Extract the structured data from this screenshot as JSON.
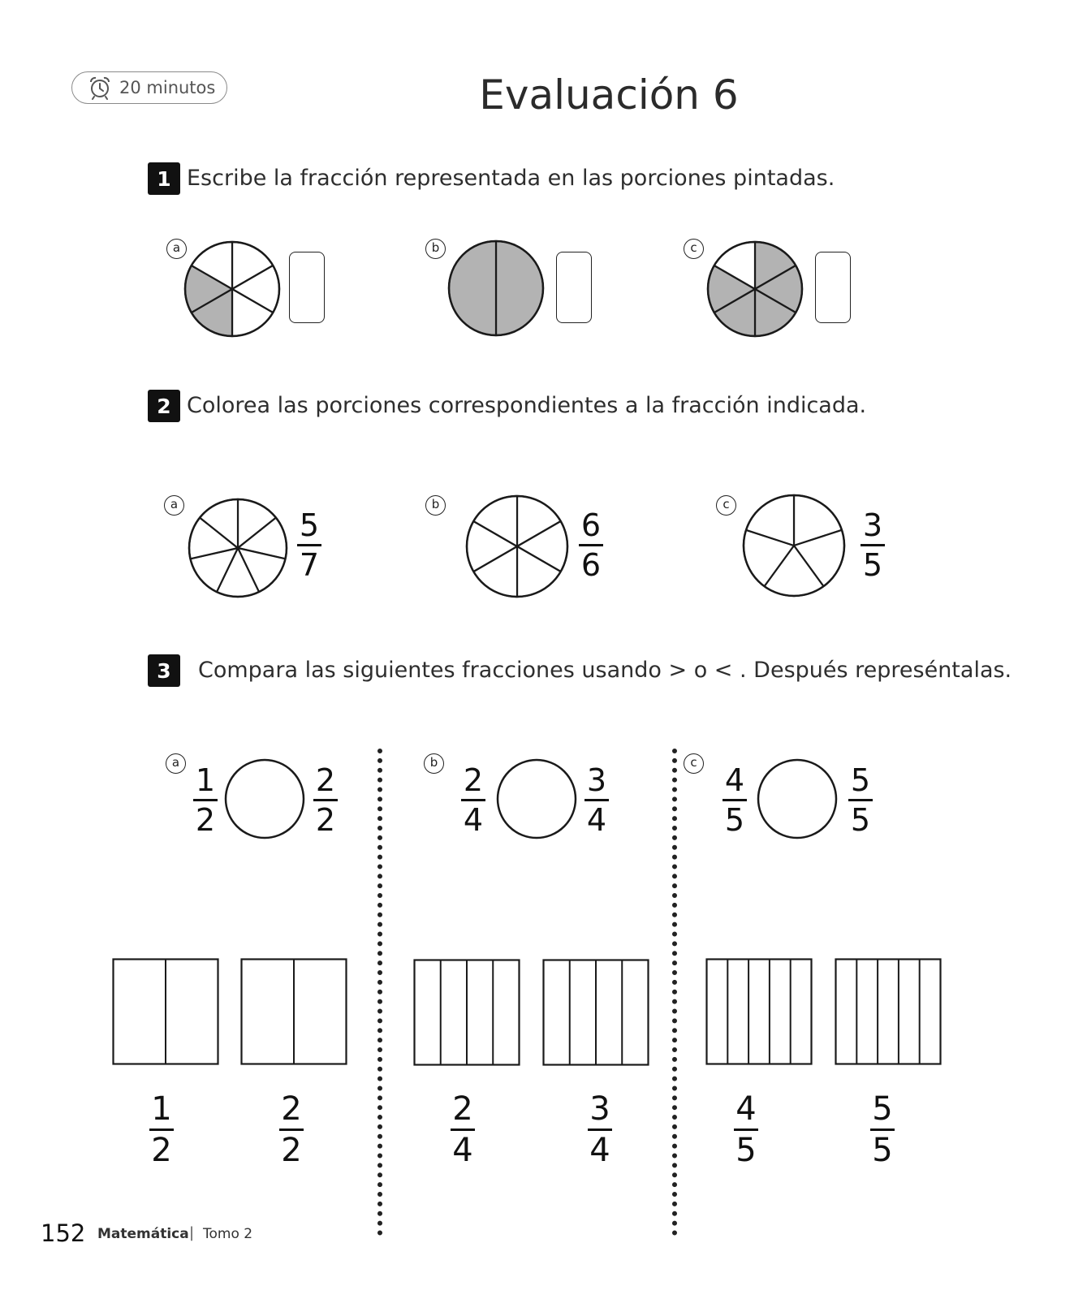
{
  "header": {
    "timer_icon": "alarm-clock-icon",
    "timer_label": "20 minutos",
    "title": "Evaluación 6"
  },
  "questions": [
    {
      "number": "1",
      "text": "Escribe la fracción representada en las porciones pintadas.",
      "items": [
        {
          "letter": "a",
          "parts": 6,
          "shaded": 2
        },
        {
          "letter": "b",
          "parts": 2,
          "shaded": 2
        },
        {
          "letter": "c",
          "parts": 6,
          "shaded": 5
        }
      ]
    },
    {
      "number": "2",
      "text": "Colorea las porciones correspondientes a la fracción indicada.",
      "items": [
        {
          "letter": "a",
          "numerator": "5",
          "denominator": "7",
          "parts": 7
        },
        {
          "letter": "b",
          "numerator": "6",
          "denominator": "6",
          "parts": 6
        },
        {
          "letter": "c",
          "numerator": "3",
          "denominator": "5",
          "parts": 5
        }
      ]
    },
    {
      "number": "3",
      "text": "Compara las siguientes fracciones usando > o < . Después represéntalas.",
      "items": [
        {
          "letter": "a",
          "left": {
            "n": "1",
            "d": "2"
          },
          "right": {
            "n": "2",
            "d": "2"
          },
          "parts": 2
        },
        {
          "letter": "b",
          "left": {
            "n": "2",
            "d": "4"
          },
          "right": {
            "n": "3",
            "d": "4"
          },
          "parts": 4
        },
        {
          "letter": "c",
          "left": {
            "n": "4",
            "d": "5"
          },
          "right": {
            "n": "5",
            "d": "5"
          },
          "parts": 5
        }
      ]
    }
  ],
  "colors": {
    "shade": "#b3b3b3",
    "stroke": "#1a1a1a"
  },
  "footer": {
    "page_number": "152",
    "subject": "Matemática",
    "separator": "|",
    "tome": "Tomo 2"
  }
}
